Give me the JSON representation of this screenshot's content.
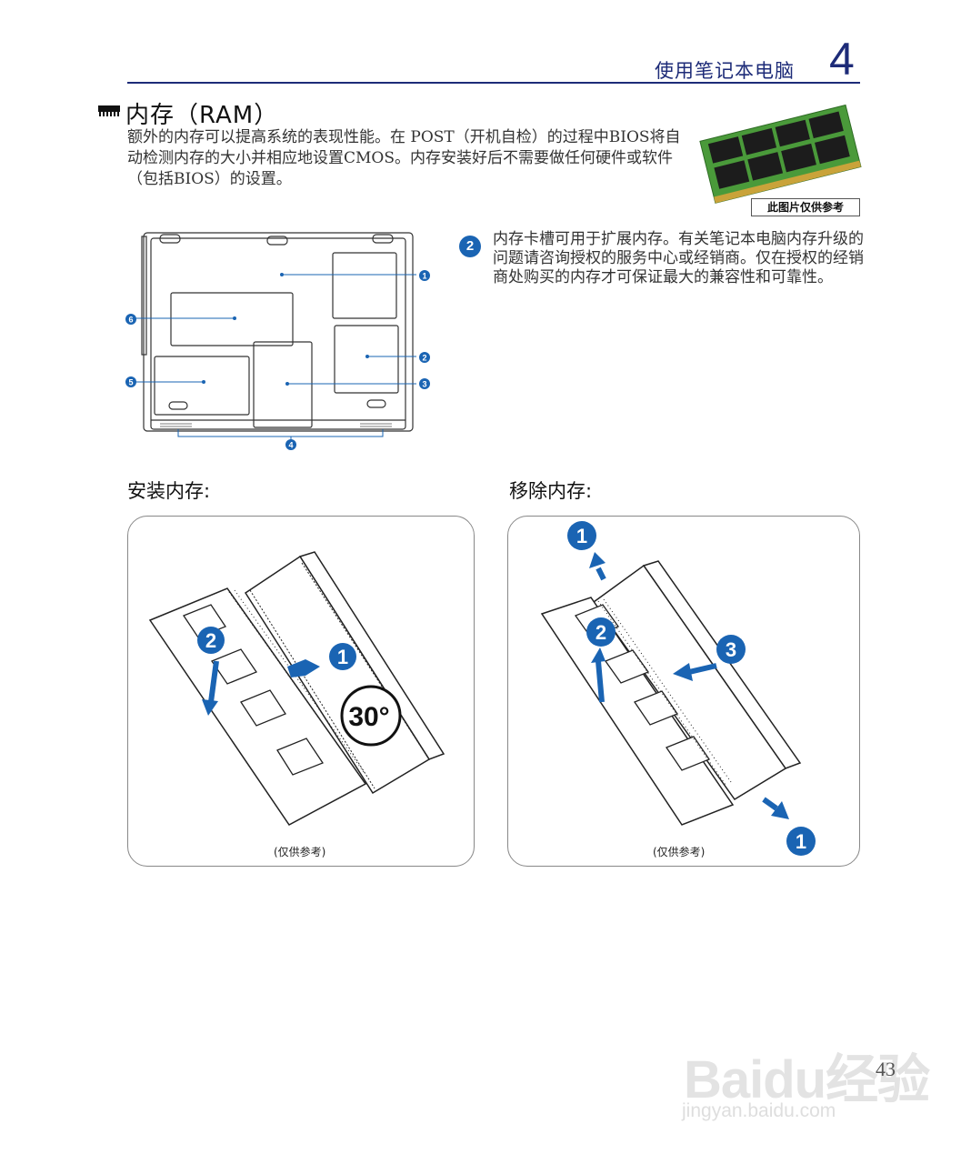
{
  "header": {
    "title": "使用笔记本电脑",
    "chapter": "4"
  },
  "section": {
    "title": "内存（RAM）",
    "paragraph": "额外的内存可以提高系统的表现性能。在 POST（开机自检）的过程中BIOS将自动检测内存的大小并相应地设置CMOS。内存安装好后不需要做任何硬件或软件（包括BIOS）的设置。",
    "photo_caption": "此图片仅供参考"
  },
  "note": {
    "badge": "2",
    "text": "内存卡槽可用于扩展内存。有关笔记本电脑内存升级的问题请咨询授权的服务中心或经销商。仅在授权的经销商处购买的内存才可保证最大的兼容性和可靠性。"
  },
  "diagram": {
    "callouts": [
      "1",
      "2",
      "3",
      "4",
      "5",
      "6"
    ]
  },
  "install": {
    "title": "安装内存:",
    "angle": "30°",
    "step1": "1",
    "step2": "2",
    "caption": "(仅供参考)"
  },
  "remove": {
    "title": "移除内存:",
    "step1": "1",
    "step2": "2",
    "step3": "3",
    "step1b": "1",
    "caption": "(仅供参考)"
  },
  "page_number": "43",
  "watermark": {
    "logo": "Baidu经验",
    "url": "jingyan.baidu.com"
  },
  "colors": {
    "accent": "#1d2b78",
    "badge": "#1a64b3",
    "ram_green": "#4a9a3a"
  }
}
